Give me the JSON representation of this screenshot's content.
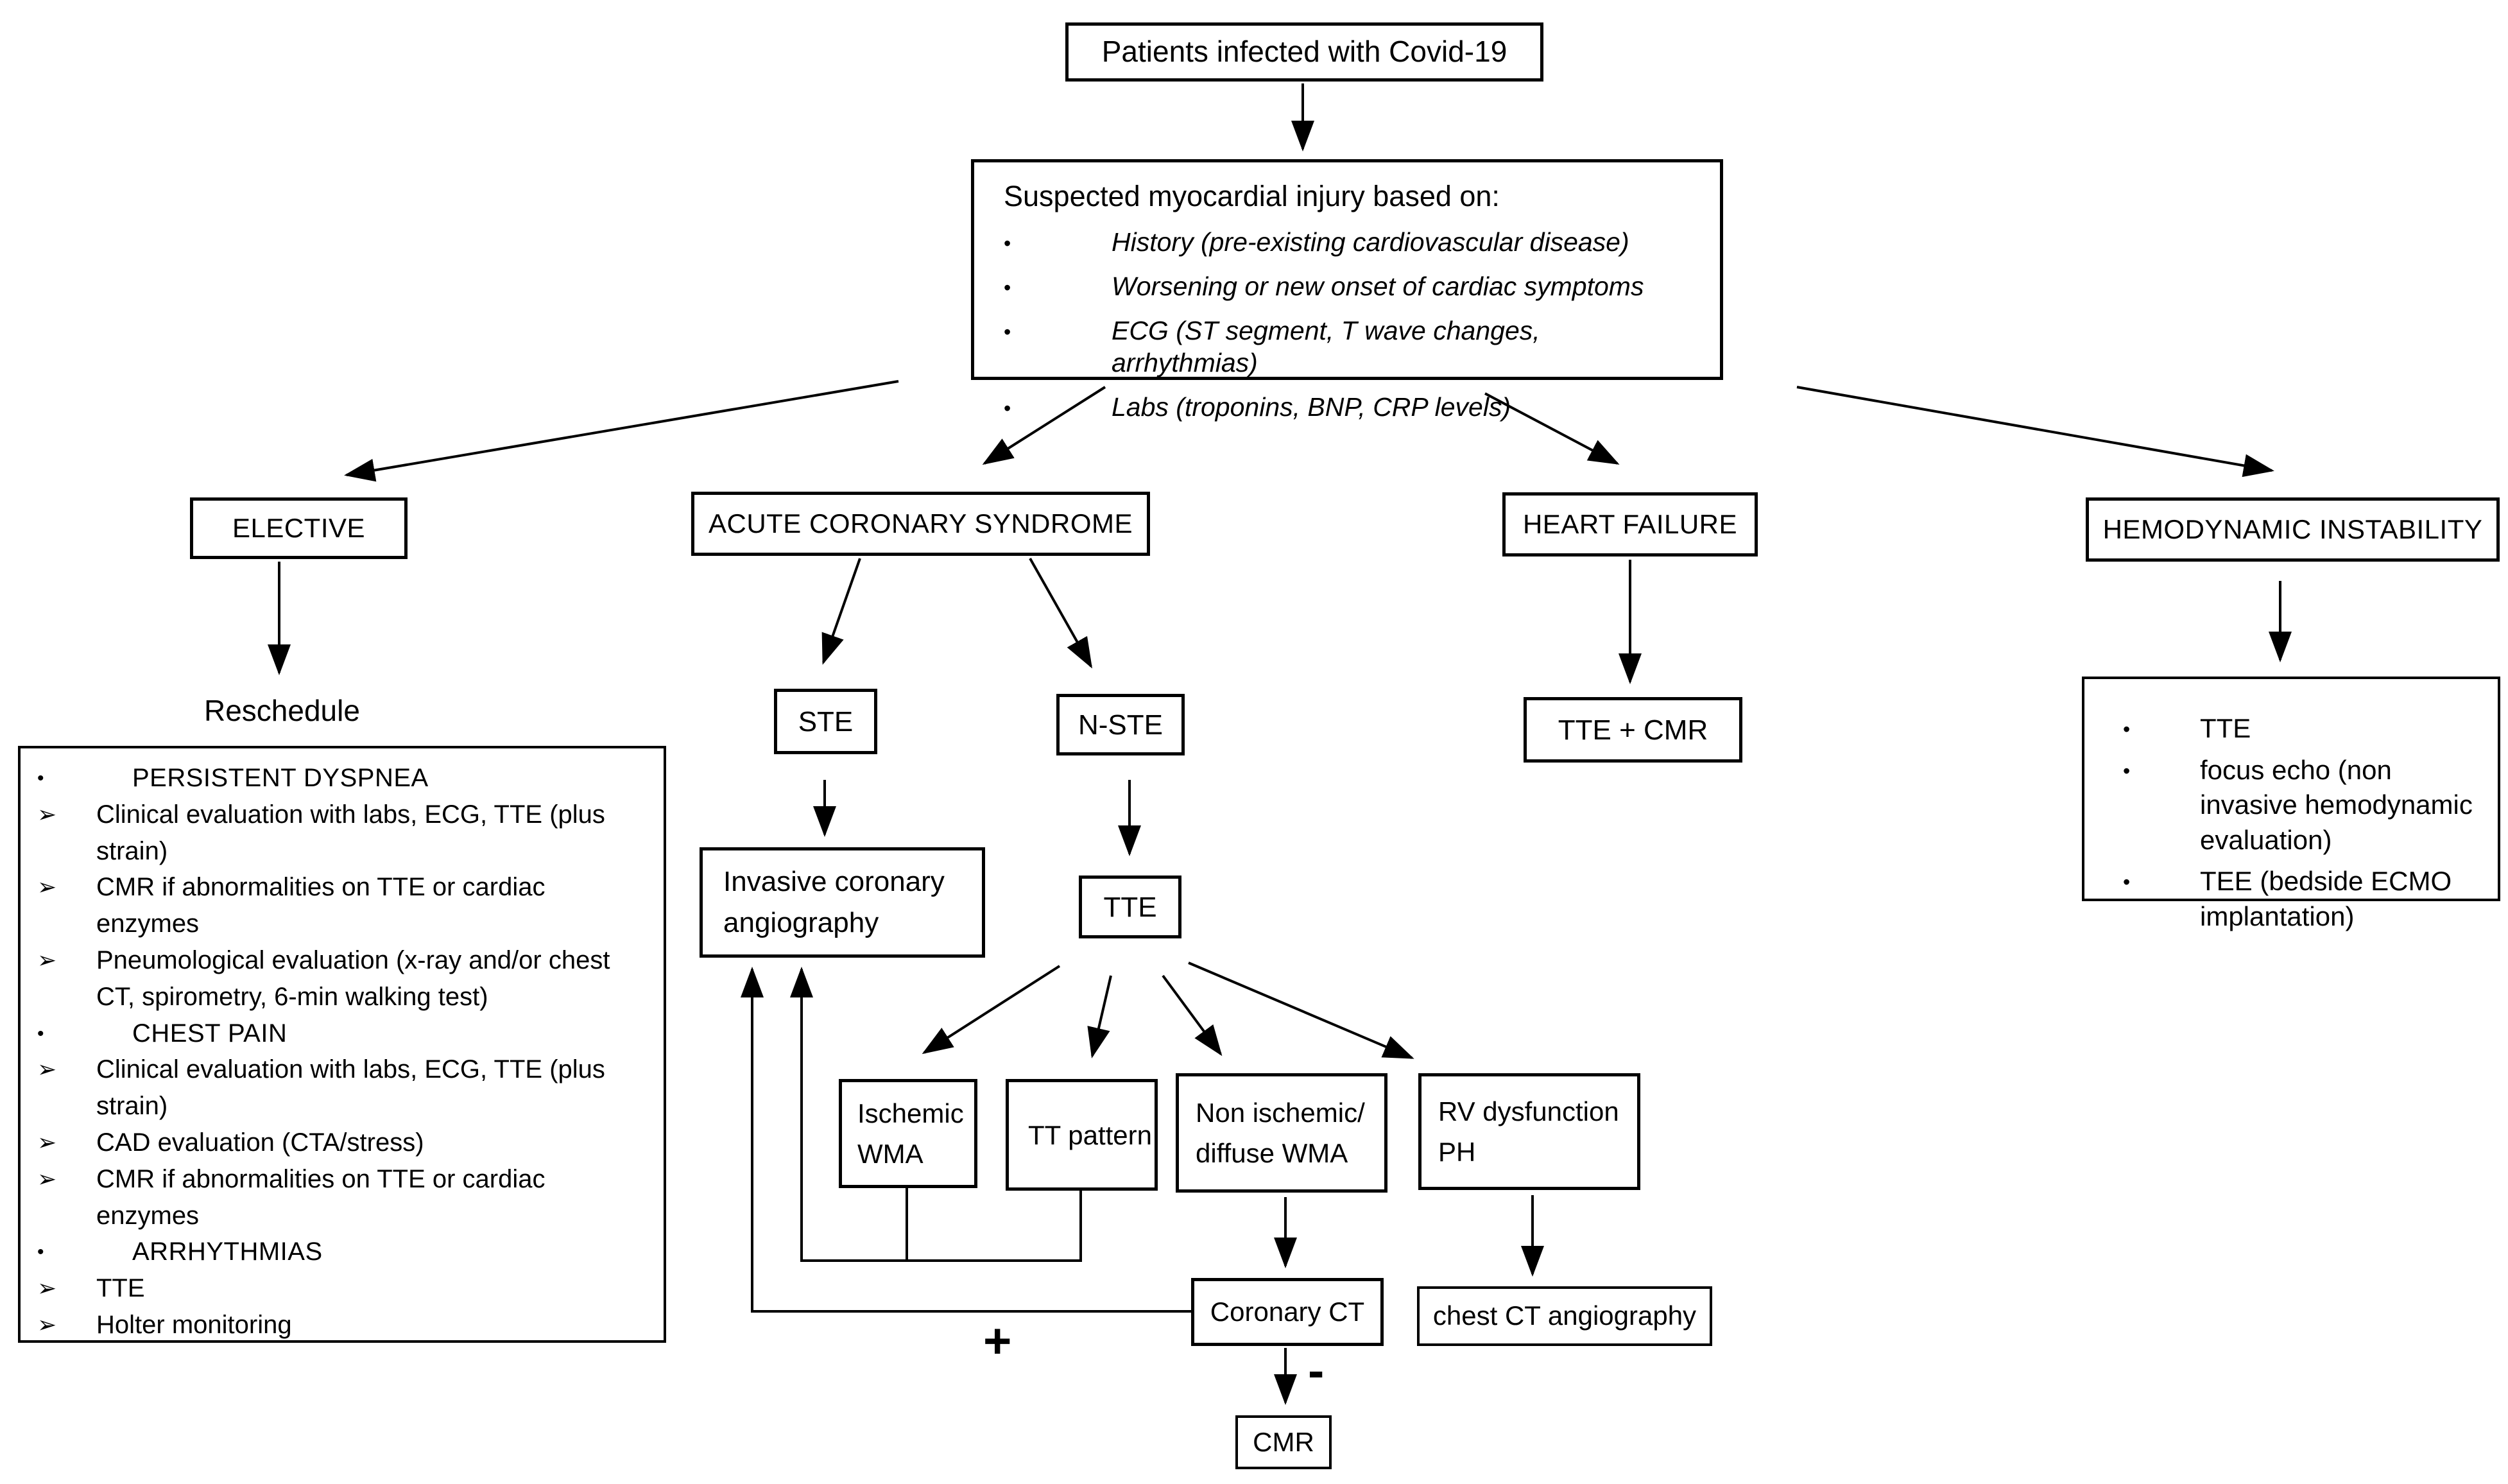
{
  "nodes": {
    "patients": "Patients infected with Covid-19",
    "suspected": {
      "heading": "Suspected myocardial injury based on:",
      "bullets": [
        "History (pre-existing cardiovascular disease)",
        "Worsening or new onset of cardiac symptoms",
        "ECG (ST segment, T wave changes, arrhythmias)",
        "Labs (troponins, BNP, CRP levels)"
      ]
    },
    "elective": "ELECTIVE",
    "reschedule": "Reschedule",
    "elective_detail": {
      "items": [
        {
          "marker": "bullet",
          "text": "PERSISTENT DYSPNEA"
        },
        {
          "marker": "chevron",
          "text": "Clinical evaluation with labs, ECG, TTE (plus strain)"
        },
        {
          "marker": "chevron",
          "text": "CMR if abnormalities on TTE or cardiac enzymes"
        },
        {
          "marker": "chevron",
          "text": "Pneumological evaluation (x-ray and/or chest CT, spirometry, 6-min walking test)"
        },
        {
          "marker": "bullet",
          "text": "CHEST PAIN"
        },
        {
          "marker": "chevron",
          "text": "Clinical evaluation with labs, ECG, TTE (plus strain)"
        },
        {
          "marker": "chevron",
          "text": "CAD evaluation (CTA/stress)"
        },
        {
          "marker": "chevron",
          "text": "CMR if abnormalities on TTE or cardiac enzymes"
        },
        {
          "marker": "bullet",
          "text": "ARRHYTHMIAS"
        },
        {
          "marker": "chevron",
          "text": "TTE"
        },
        {
          "marker": "chevron",
          "text": "Holter monitoring"
        }
      ]
    },
    "acs": "ACUTE CORONARY SYNDROME",
    "ste": "STE",
    "nste": "N-STE",
    "invasive": "Invasive coronary angiography",
    "tte": "TTE",
    "ischemic_wma": "Ischemic WMA",
    "tt_pattern": "TT pattern",
    "non_ischemic_wma": "Non ischemic/ diffuse WMA",
    "rv_dysfunction": "RV dysfunction PH",
    "coronary_ct": "Coronary CT",
    "chest_ct": "chest CT angiography",
    "cmr": "CMR",
    "heart_failure": "HEART FAILURE",
    "tte_cmr": "TTE + CMR",
    "hemodynamic_instability": "HEMODYNAMIC INSTABILITY",
    "hi_detail": {
      "items": [
        {
          "marker": "bullet",
          "text": "TTE"
        },
        {
          "marker": "bullet",
          "text": "focus echo (non invasive hemodynamic evaluation)"
        },
        {
          "marker": "bullet",
          "text": "TEE (bedside ECMO implantation)"
        }
      ]
    }
  },
  "edge_labels": {
    "plus": "+",
    "minus": "-"
  },
  "colors": {
    "line": "#000000",
    "background": "#ffffff"
  }
}
